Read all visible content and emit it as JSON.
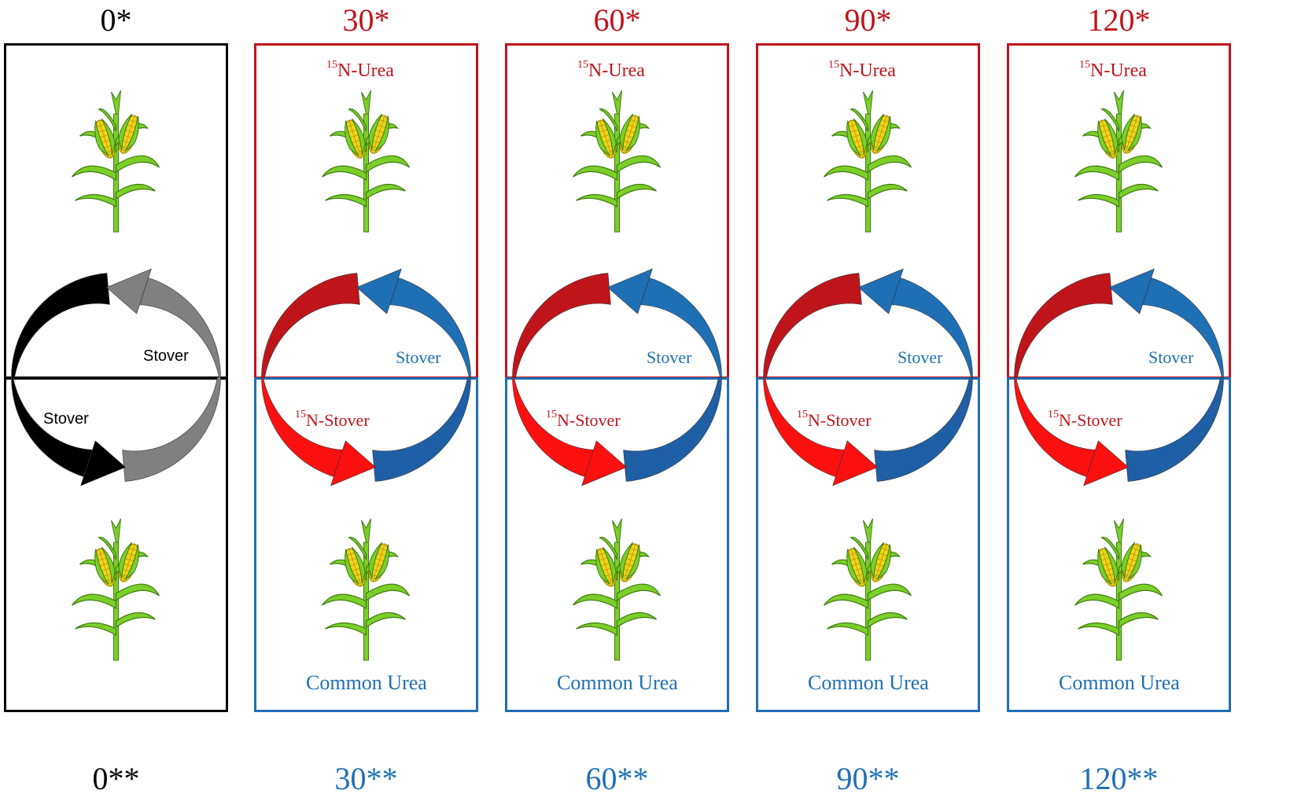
{
  "panels": [
    {
      "top_label": "0*",
      "bottom_label": "0**",
      "top_color": "#000000",
      "bottom_color": "#000000",
      "upper_arrow_left": "#000000",
      "upper_arrow_right": "#808080",
      "lower_arrow_left": "#000000",
      "lower_arrow_right": "#808080",
      "upper_text": "",
      "upper_text_sup": "",
      "stover_top": "Stover",
      "stover_top_color": "#000000",
      "stover_bottom": "Stover",
      "stover_bottom_sup": "",
      "stover_bottom_color": "#000000",
      "lower_text": ""
    },
    {
      "top_label": "30*",
      "bottom_label": "30**",
      "top_color": "#c0141b",
      "bottom_color": "#1f6fb5",
      "upper_arrow_left": "#c0141b",
      "upper_arrow_right": "#1f6fb5",
      "lower_arrow_left": "#ff1010",
      "lower_arrow_right": "#1f5fa5",
      "upper_text": "N-Urea",
      "upper_text_sup": "15",
      "stover_top": "Stover",
      "stover_top_color": "#1f6fb5",
      "stover_bottom": "N-Stover",
      "stover_bottom_sup": "15",
      "stover_bottom_color": "#c0141b",
      "lower_text": "Common Urea"
    },
    {
      "top_label": "60*",
      "bottom_label": "60**",
      "top_color": "#c0141b",
      "bottom_color": "#1f6fb5",
      "upper_arrow_left": "#c0141b",
      "upper_arrow_right": "#1f6fb5",
      "lower_arrow_left": "#ff1010",
      "lower_arrow_right": "#1f5fa5",
      "upper_text": "N-Urea",
      "upper_text_sup": "15",
      "stover_top": "Stover",
      "stover_top_color": "#1f6fb5",
      "stover_bottom": "N-Stover",
      "stover_bottom_sup": "15",
      "stover_bottom_color": "#c0141b",
      "lower_text": "Common Urea"
    },
    {
      "top_label": "90*",
      "bottom_label": "90**",
      "top_color": "#c0141b",
      "bottom_color": "#1f6fb5",
      "upper_arrow_left": "#c0141b",
      "upper_arrow_right": "#1f6fb5",
      "lower_arrow_left": "#ff1010",
      "lower_arrow_right": "#1f5fa5",
      "upper_text": "N-Urea",
      "upper_text_sup": "15",
      "stover_top": "Stover",
      "stover_top_color": "#1f6fb5",
      "stover_bottom": "N-Stover",
      "stover_bottom_sup": "15",
      "stover_bottom_color": "#c0141b",
      "lower_text": "Common Urea"
    },
    {
      "top_label": "120*",
      "bottom_label": "120**",
      "top_color": "#c0141b",
      "bottom_color": "#1f6fb5",
      "upper_arrow_left": "#c0141b",
      "upper_arrow_right": "#1f6fb5",
      "lower_arrow_left": "#ff1010",
      "lower_arrow_right": "#1f5fa5",
      "upper_text": "N-Urea",
      "upper_text_sup": "15",
      "stover_top": "Stover",
      "stover_top_color": "#1f6fb5",
      "stover_bottom": "N-Stover",
      "stover_bottom_sup": "15",
      "stover_bottom_color": "#c0141b",
      "lower_text": "Common Urea"
    }
  ],
  "plant_icon": "corn-plant-icon",
  "plant_colors": {
    "leaf": "#7ccf2a",
    "leaf_edge": "#3e7d10",
    "cob": "#f2d21a",
    "cob_edge": "#a08a00"
  }
}
